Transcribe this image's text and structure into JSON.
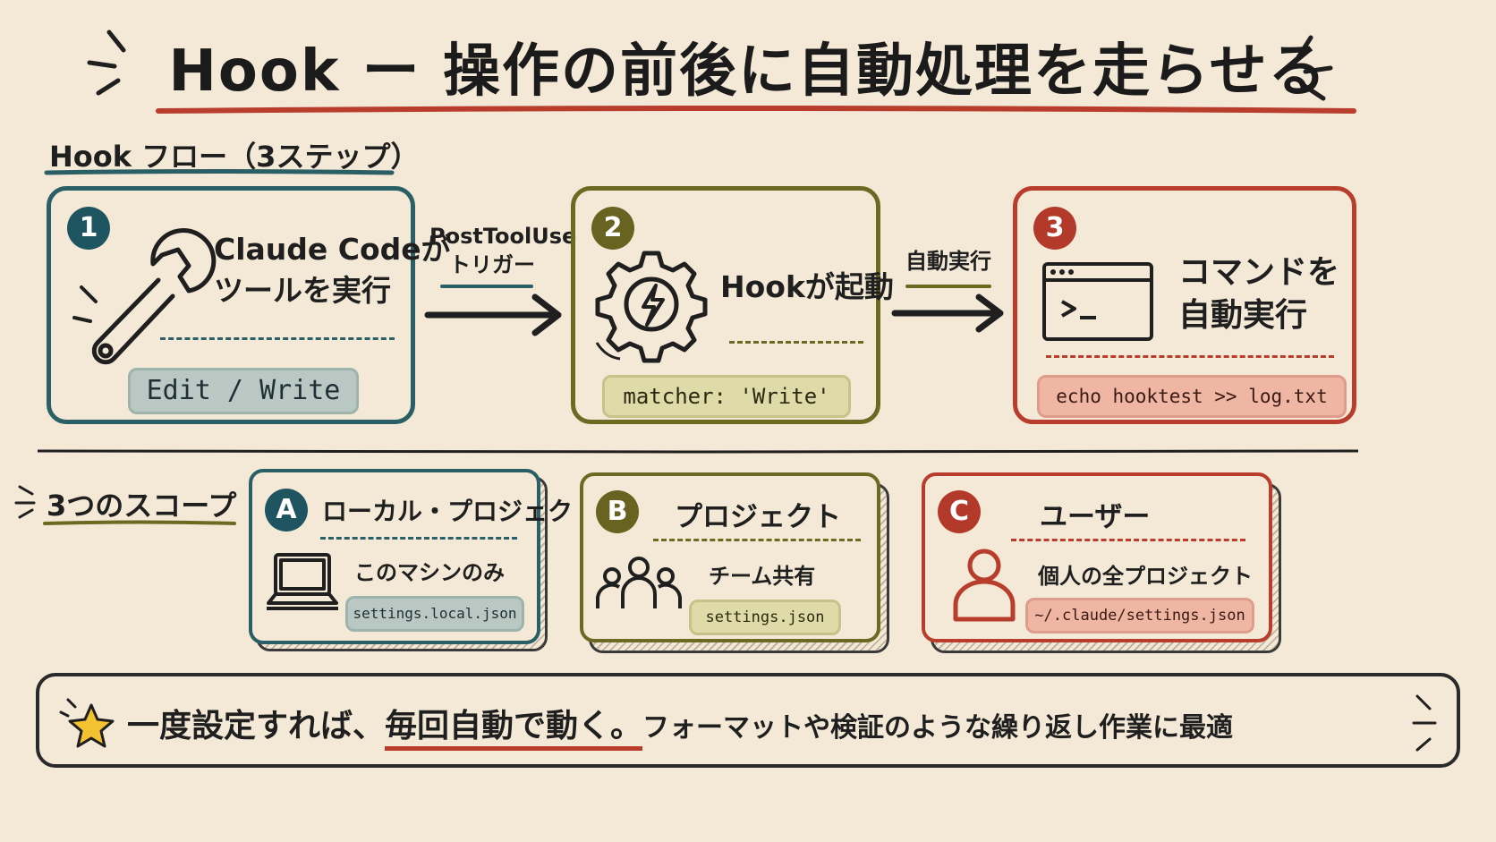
{
  "title": "Hook ー 操作の前後に自動処理を走らせる",
  "flow_section": {
    "label": "Hook フロー（3ステップ）"
  },
  "steps": [
    {
      "num": "1",
      "line1": "Claude Codeが",
      "line2": "ツールを実行",
      "code": "Edit / Write",
      "icon": "wrench-icon"
    },
    {
      "num": "2",
      "line1": "Hookが起動",
      "code": "matcher: 'Write'",
      "icon": "gear-lightning-icon"
    },
    {
      "num": "3",
      "line1": "コマンドを",
      "line2": "自動実行",
      "code": "echo hooktest >> log.txt",
      "icon": "terminal-icon"
    }
  ],
  "arrows": [
    {
      "line1": "PostToolUse",
      "line2": "トリガー"
    },
    {
      "line1": "自動実行"
    }
  ],
  "scope_section": {
    "label": "3つのスコープ"
  },
  "scopes": [
    {
      "letter": "A",
      "title": "ローカル・プロジェクト",
      "desc": "このマシンのみ",
      "file": "settings.local.json",
      "icon": "laptop-icon"
    },
    {
      "letter": "B",
      "title": "プロジェクト",
      "desc": "チーム共有",
      "file": "settings.json",
      "icon": "team-icon"
    },
    {
      "letter": "C",
      "title": "ユーザー",
      "desc": "個人の全プロジェクト",
      "file": "~/.claude/settings.json",
      "icon": "user-icon"
    }
  ],
  "footer": {
    "pre": "一度設定すれば、",
    "em": "毎回自動で動く。",
    "post": "フォーマットや検証のような繰り返し作業に最適",
    "icon": "star-icon"
  },
  "colors": {
    "teal": "#2a5f66",
    "olive": "#6b6a22",
    "red": "#b83d2c",
    "background": "#f3e9d6"
  }
}
